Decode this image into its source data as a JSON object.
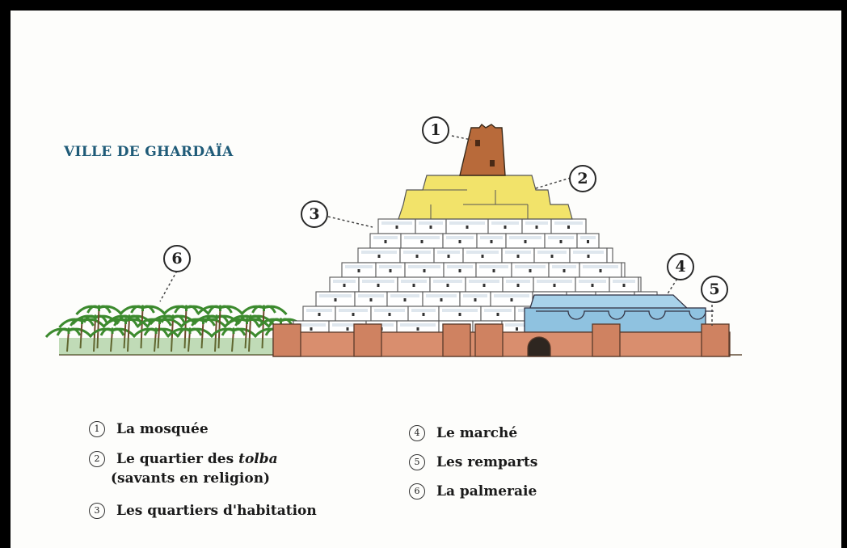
{
  "title": "VILLE DE GHARDAÏA",
  "markers": [
    "1",
    "2",
    "3",
    "4",
    "5",
    "6"
  ],
  "legend": [
    {
      "num": "1",
      "text": "La mosquée"
    },
    {
      "num": "2",
      "text_before": "Le quartier des ",
      "text_italic": "tolba",
      "subtext": "(savants en religion)"
    },
    {
      "num": "3",
      "text": "Les quartiers d'habitation"
    },
    {
      "num": "4",
      "text": "Le marché"
    },
    {
      "num": "5",
      "text": "Les remparts"
    },
    {
      "num": "6",
      "text": "La palmeraie"
    }
  ],
  "colors": {
    "frame": "#000000",
    "title": "#1f5b78",
    "mosque": "#b86a3a",
    "tolba_quarter": "#f2e36a",
    "houses": "#ffffff",
    "market": "#8fc2e0",
    "ramparts": "#d98e6e",
    "palms": "#3c8a2e"
  }
}
